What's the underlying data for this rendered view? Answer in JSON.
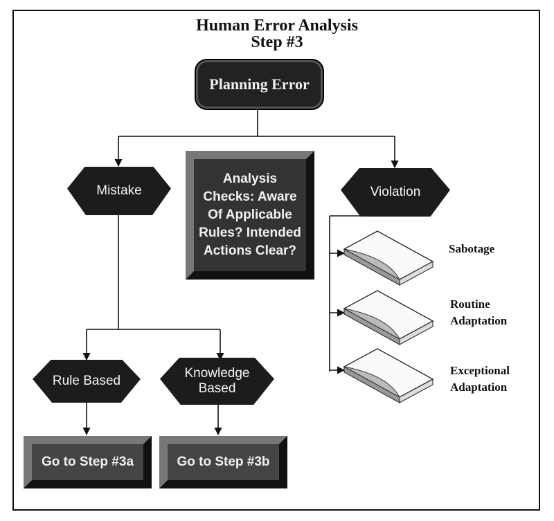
{
  "title": {
    "line1": "Human Error Analysis",
    "line2": "Step #3"
  },
  "nodes": {
    "planning_error": "Planning Error",
    "mistake": "Mistake",
    "violation": "Violation",
    "analysis_checks": "Analysis\nChecks: Aware\nOf Applicable\nRules? Intended\nActions Clear?",
    "rule_based": "Rule Based",
    "knowledge_based": "Knowledge\nBased",
    "go_step_3a": "Go to Step #3a",
    "go_step_3b": "Go to Step #3b"
  },
  "violation_types": {
    "sabotage": "Sabotage",
    "routine": "Routine\nAdaptation",
    "exceptional": "Exceptional\nAdaptation"
  },
  "colors": {
    "node_fill": "#1c1c1c",
    "text_light": "#f0f0f0",
    "line": "#111111"
  }
}
